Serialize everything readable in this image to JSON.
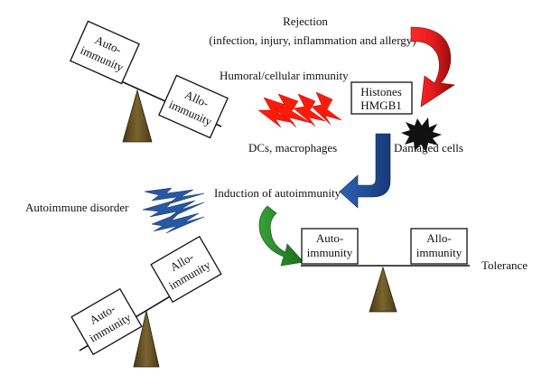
{
  "rejection": {
    "title": "Rejection",
    "subtitle": "(infection, injury, inflammation and allergy)"
  },
  "humoral_label": "Humoral/cellular immunity",
  "histones": {
    "line1": "Histones",
    "line2": "HMGB1"
  },
  "dcs_label": "DCs, macrophages",
  "damaged_label": "Damaged cells",
  "induction_label": "Induction of autoimmunity",
  "autoimmune_disorder_label": "Autoimmune disorder",
  "tolerance_label": "Tolerance",
  "boxes": {
    "auto_line1": "Auto-",
    "auto_line2": "immunity",
    "allo_line1": "Allo-",
    "allo_line2": "immunity"
  },
  "colors": {
    "red_arrow": "#e51b1b",
    "blue_arrow": "#1f4f9c",
    "green_arrow": "#2c8a2c",
    "fulcrum": "#5e4a1f",
    "lightning_red": "#ff1a0a",
    "lightning_blue": "#2857a4"
  }
}
